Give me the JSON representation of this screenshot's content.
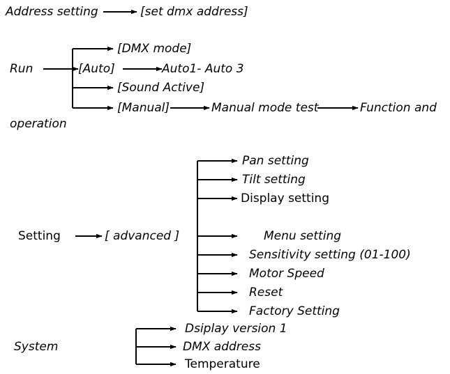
{
  "diagram": {
    "title": "Fixture menu structure tree",
    "type": "tree-diagram",
    "background_color": "#ffffff",
    "line_color": "#000000",
    "text_color": "#000000"
  },
  "sections": {
    "address": {
      "root_label": "Address setting",
      "child_label": "[set dmx address]"
    },
    "run": {
      "root_label": "Run",
      "root_label_line2": "operation",
      "branches": [
        {
          "label": "[DMX mode]"
        },
        {
          "label": "[Auto]"
        },
        {
          "label": "[Sound Active]"
        },
        {
          "label": "[Manual]"
        }
      ],
      "auto_detail": "Auto1- Auto 3",
      "manual_detail": "Manual mode test",
      "manual_detail_2": "Function and"
    },
    "setting": {
      "root_label": "Setting",
      "mid_label": "[ advanced ]",
      "branches": [
        {
          "label": "Pan setting",
          "style": "italic"
        },
        {
          "label": "Tilt setting",
          "style": "italic"
        },
        {
          "label": "Display setting",
          "style": "upright"
        },
        {
          "label": "Menu setting",
          "style": "italic"
        },
        {
          "label": "Sensitivity setting (01-100)",
          "style": "italic"
        },
        {
          "label": "Motor Speed",
          "style": "italic"
        },
        {
          "label": "Reset",
          "style": "italic"
        },
        {
          "label": "Factory Setting",
          "style": "italic"
        }
      ]
    },
    "system": {
      "root_label": "System",
      "branches": [
        {
          "label": "Dsiplay version 1",
          "style": "italic"
        },
        {
          "label": "DMX address",
          "style": "italic"
        },
        {
          "label": "Temperature",
          "style": "upright"
        }
      ]
    }
  }
}
